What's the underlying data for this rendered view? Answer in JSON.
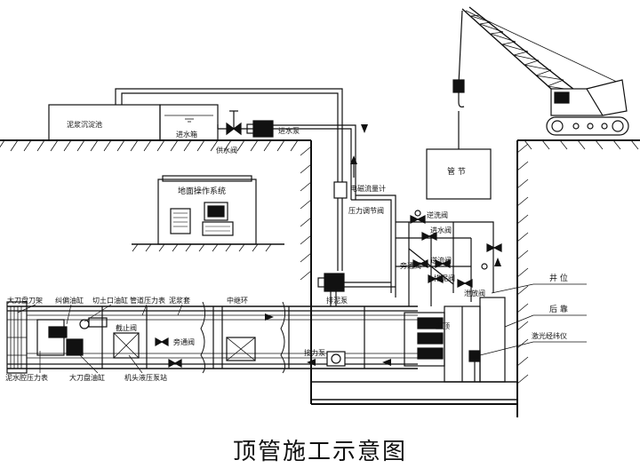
{
  "caption": "顶管施工示意图",
  "labels": {
    "mud_tank": "泥浆沉淀池",
    "water_tank": "进水箱",
    "supply_valve": "供水阀",
    "inlet_pump": "进水泵",
    "pipe_section": "管 节",
    "flowmeter": "电磁流量计",
    "pressure_valve": "压力调节阀",
    "reverse_valve_1": "逆洗阀",
    "inlet_valve": "进水阀",
    "bypass_valve_1": "旁通阀",
    "reverse_valve_2": "逆流阀",
    "drain_valve_1": "排泥阀",
    "vent_valve": "泄放阀",
    "ground_control": "地面操作系统",
    "discharge_pump": "排泥泵",
    "well_position": "井 位",
    "back_wall": "后 靠",
    "main_jack": "主顶",
    "laser": "激光经纬仪",
    "relay_ring": "中继环",
    "booster_pump": "接力泵",
    "cutter_frame": "大刀盘刀架",
    "correction_cyl": "纠偏油缸",
    "cut_port_cyl": "切土口油缸",
    "pipe_pressure": "管道压力表",
    "mud_sleeve": "泥浆套",
    "cutoff_valve": "截止阀",
    "bypass_valve_2": "旁通阀",
    "mud_chamber_gauge": "泥水腔压力表",
    "cutter_cyl": "大刀盘油缸",
    "hydraulic_station": "机头液压泵站"
  },
  "icons": {
    "crane": "crawler-crane-icon",
    "valve": "valve-icon",
    "pump": "pump-icon",
    "gauge": "pressure-gauge-icon",
    "console": "control-console-icon"
  },
  "colors": {
    "line": "#111111",
    "ground_hatch": "#222222",
    "water": "#111111"
  }
}
